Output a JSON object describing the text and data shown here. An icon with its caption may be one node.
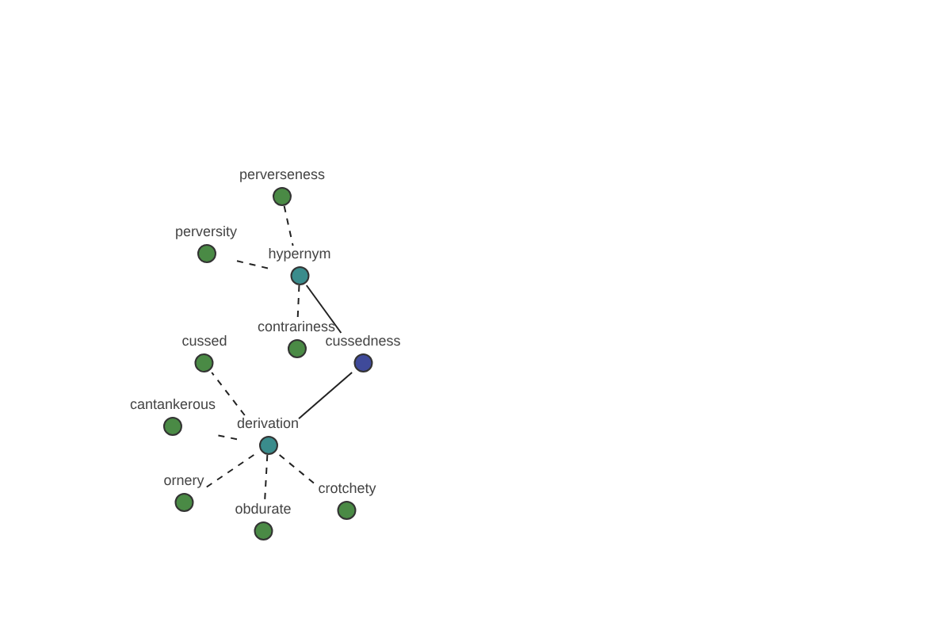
{
  "diagram": {
    "nodes": [
      {
        "text": [
          "perverseness"
        ]
      },
      {
        "text": [
          "perversity"
        ]
      },
      {
        "text": [
          "hypernym"
        ]
      },
      {
        "text": [
          "contrariness"
        ]
      },
      {
        "text": [
          "cussedness"
        ]
      },
      {
        "text": [
          "cussed"
        ]
      },
      {
        "text": [
          "cantankerous"
        ]
      },
      {
        "text": [
          "derivation"
        ]
      },
      {
        "text": [
          "ornery"
        ]
      },
      {
        "text": [
          "obdurate"
        ]
      },
      {
        "text": [
          "crotchety"
        ]
      }
    ],
    "edges": [
      {
        "from": 0,
        "to": 2,
        "arrow": "none",
        "style": "dashed"
      },
      {
        "from": 1,
        "to": 2,
        "arrow": "none",
        "style": "dashed"
      },
      {
        "from": 2,
        "to": 3,
        "arrow": "none",
        "style": "dashed"
      },
      {
        "from": 2,
        "to": 4,
        "arrow": "none"
      },
      {
        "from": 4,
        "to": 7,
        "arrow": "none"
      },
      {
        "from": 7,
        "to": 5,
        "arrow": "none",
        "style": "dashed"
      },
      {
        "from": 7,
        "to": 6,
        "arrow": "none",
        "style": "dashed"
      },
      {
        "from": 7,
        "to": 8,
        "arrow": "none",
        "style": "dashed"
      },
      {
        "from": 7,
        "to": 9,
        "arrow": "none",
        "style": "dashed"
      },
      {
        "from": 7,
        "to": 10,
        "arrow": "none",
        "style": "dashed"
      }
    ]
  }
}
